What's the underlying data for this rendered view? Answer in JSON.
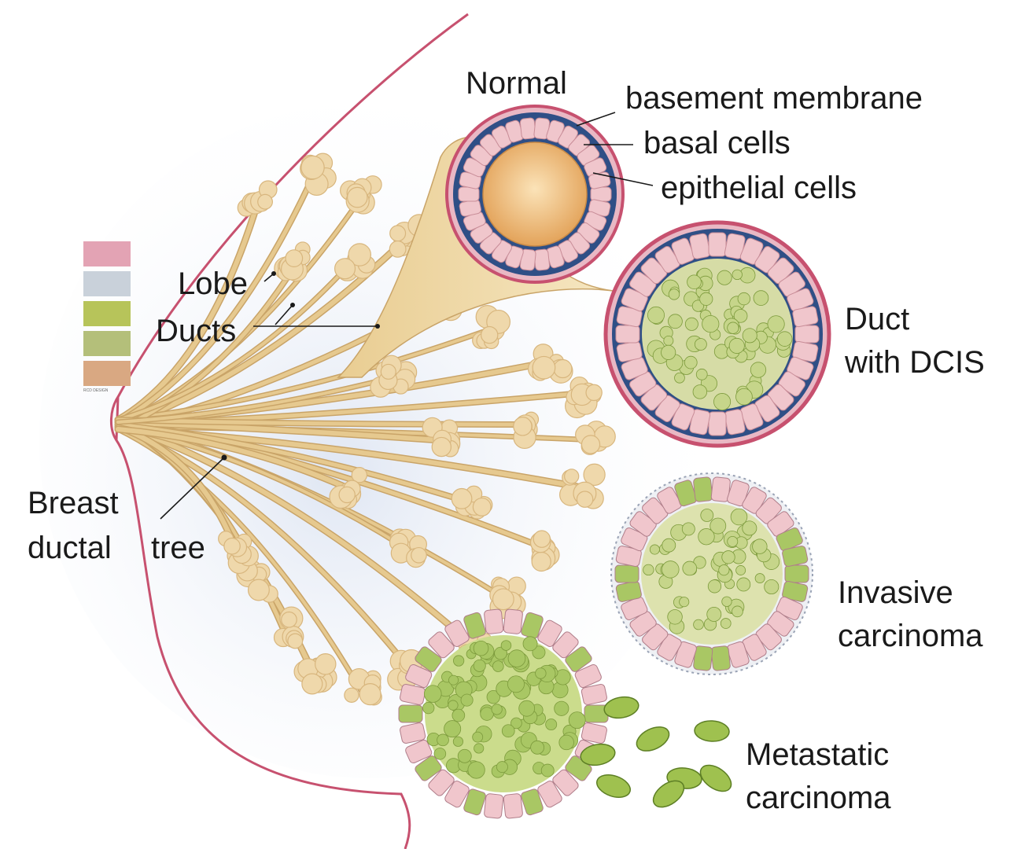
{
  "labels": {
    "normal": "Normal",
    "basement_membrane": "basement membrane",
    "basal_cells": "basal cells",
    "epithelial_cells": "epithelial cells",
    "lobe": "Lobe",
    "ducts": "Ducts",
    "breast": "Breast",
    "ductal": "ductal",
    "tree": "tree",
    "duct_dcis_1": "Duct",
    "duct_dcis_2": "with DCIS",
    "invasive_1": "Invasive",
    "invasive_2": "carcinoma",
    "metastatic_1": "Metastatic",
    "metastatic_2": "carcinoma",
    "swatch_note": "RCD DESIGN"
  },
  "palette": {
    "swatches": [
      "#e3a3b4",
      "#c9d1da",
      "#b7c45a",
      "#b4bf7a",
      "#d9a882"
    ],
    "outline": "#c7516f",
    "duct": "#e6c98f",
    "lobule": "#efd8ab",
    "pink_cell": "#f0c6cc",
    "basal": "#2f4f86",
    "green_cell": "#a9c764"
  },
  "cross_sections": [
    "normal",
    "dcis",
    "invasive",
    "metastatic"
  ]
}
